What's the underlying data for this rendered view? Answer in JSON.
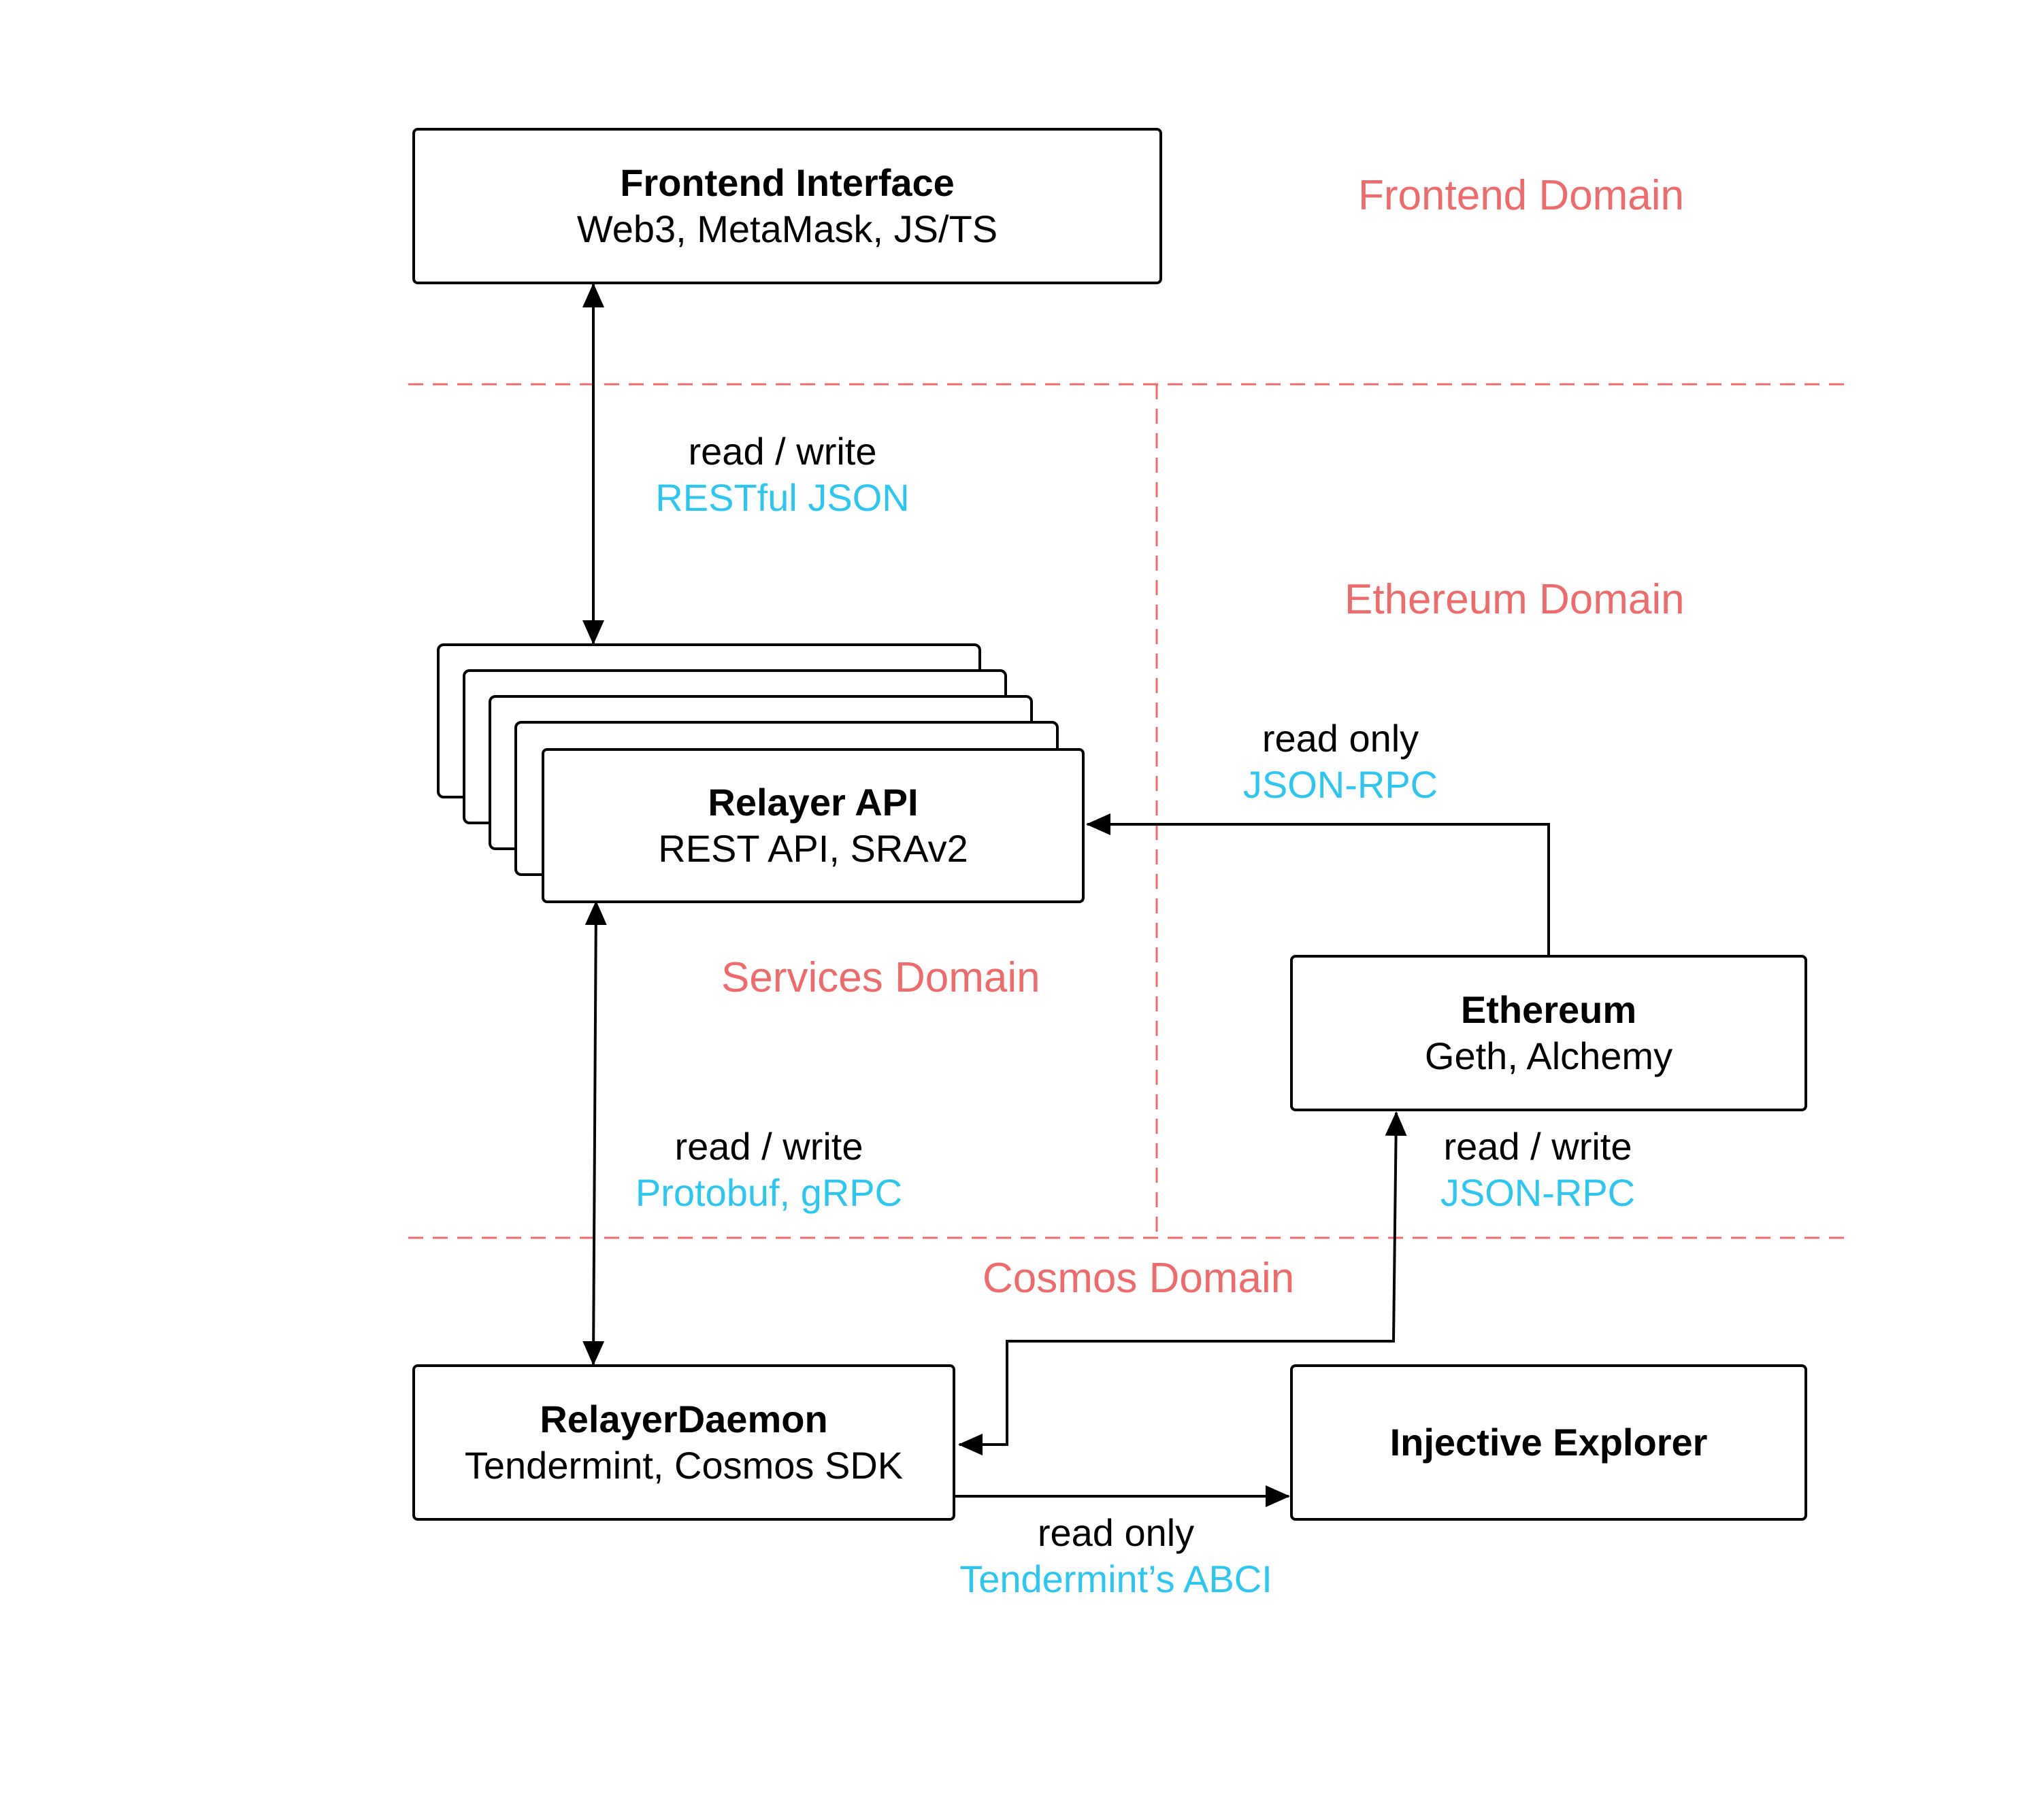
{
  "colors": {
    "domain": "#ef6b6b",
    "protocol": "#2cc6f2",
    "line": "#000000",
    "dashed": "#ef6b6b"
  },
  "domains": {
    "frontend": "Frontend Domain",
    "ethereum": "Ethereum Domain",
    "services": "Services Domain",
    "cosmos": "Cosmos Domain"
  },
  "nodes": {
    "frontend": {
      "title": "Frontend Interface",
      "subtitle": "Web3, MetaMask, JS/TS"
    },
    "relayer_api": {
      "title": "Relayer API",
      "subtitle": "REST API, SRAv2"
    },
    "ethereum": {
      "title": "Ethereum",
      "subtitle": "Geth, Alchemy"
    },
    "relayer_daemon": {
      "title": "RelayerDaemon",
      "subtitle": "Tendermint, Cosmos SDK"
    },
    "explorer": {
      "title": "Injective Explorer"
    }
  },
  "edges": {
    "frontend_relayer": {
      "operation": "read / write",
      "protocol": "RESTful JSON"
    },
    "ethereum_relayer": {
      "operation": "read only",
      "protocol": "JSON-RPC"
    },
    "relayer_daemon": {
      "operation": "read / write",
      "protocol": "Protobuf, gRPC"
    },
    "daemon_ethereum": {
      "operation": "read / write",
      "protocol": "JSON-RPC"
    },
    "daemon_explorer": {
      "operation": "read only",
      "protocol": "Tendermint’s ABCI"
    }
  }
}
